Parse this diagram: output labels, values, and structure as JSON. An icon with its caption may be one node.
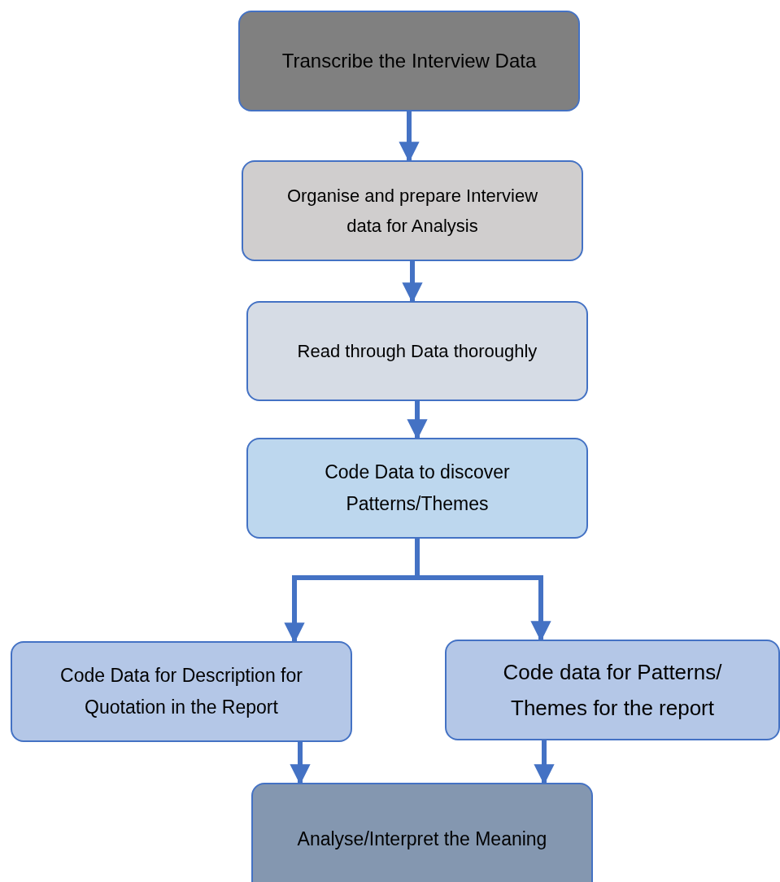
{
  "diagram": {
    "nodes": [
      {
        "text": [
          "Transcribe the Interview Data"
        ]
      },
      {
        "text": [
          "Organise and prepare Interview data for Analysis"
        ]
      },
      {
        "text": [
          "Read through Data thoroughly"
        ]
      },
      {
        "text": [
          "Code Data to discover Patterns/Themes"
        ]
      },
      {
        "text": [
          "Code Data for Description for Quotation in the Report"
        ]
      },
      {
        "text": [
          "Code data for Patterns/ Themes for the report"
        ]
      },
      {
        "text": [
          "Analyse/Interpret the Meaning"
        ]
      }
    ],
    "edges": [
      {
        "from": 0,
        "to": 1,
        "arrow": "to"
      },
      {
        "from": 1,
        "to": 2,
        "arrow": "to"
      },
      {
        "from": 2,
        "to": 3,
        "arrow": "to"
      },
      {
        "from": 3,
        "to": 4,
        "arrow": "to"
      },
      {
        "from": 3,
        "to": 5,
        "arrow": "to"
      },
      {
        "from": 4,
        "to": 6,
        "arrow": "to"
      },
      {
        "from": 5,
        "to": 6,
        "arrow": "to"
      }
    ]
  }
}
